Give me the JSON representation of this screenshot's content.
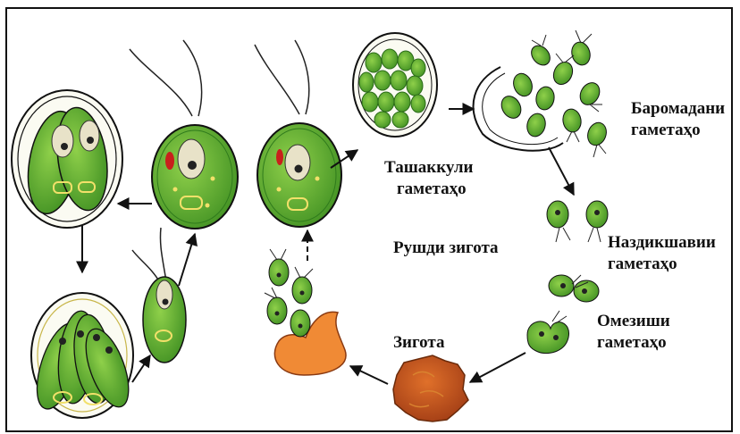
{
  "labels": {
    "release": [
      "Баромадани",
      "гаметаҳо"
    ],
    "formation": [
      "Ташаккули",
      "гаметаҳо"
    ],
    "approach": [
      "Наздикшавии",
      "гаметаҳо"
    ],
    "fusion": [
      "Омезиши",
      "гаметаҳо"
    ],
    "zygote": "Зигота",
    "zygote_growth": "Рушди зигота"
  },
  "colors": {
    "cell_green": "#5fae2e",
    "cell_dark": "#2f7a1c",
    "zygote_orange": "#e8782a",
    "zygote_brown": "#b4461a",
    "eyespot": "#c8201c",
    "pale": "#e8e2c8",
    "outline": "#111111"
  }
}
